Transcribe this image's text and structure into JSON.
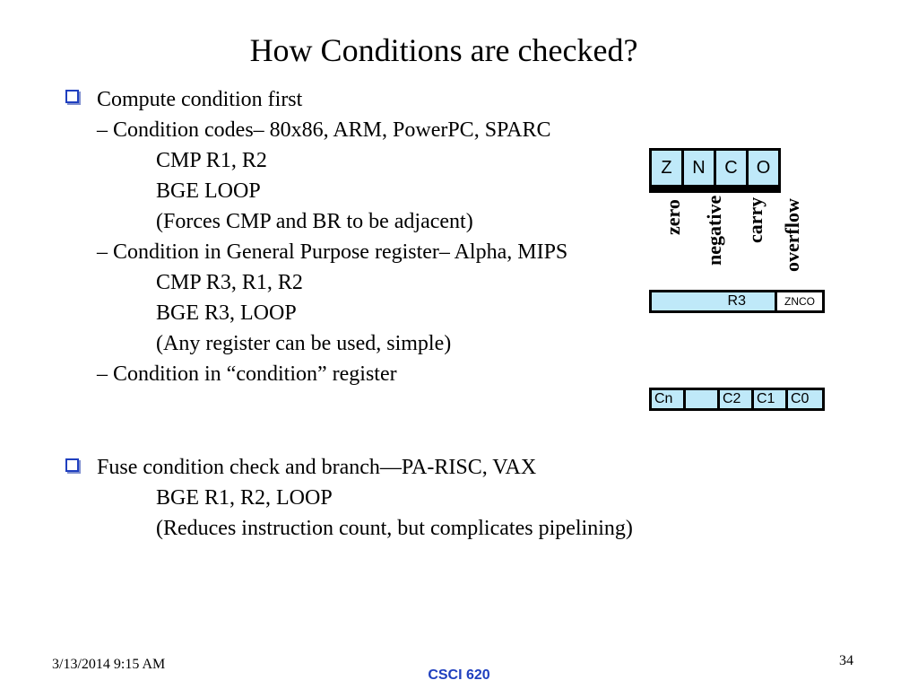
{
  "slide": {
    "title": "How Conditions are checked?",
    "block1": {
      "bullet": "Compute condition first",
      "lines": [
        "– Condition codes– 80x86, ARM, PowerPC, SPARC",
        "CMP R1, R2",
        "BGE LOOP",
        "(Forces CMP and BR to be adjacent)",
        "– Condition in General Purpose register– Alpha, MIPS",
        "CMP R3, R1, R2",
        "BGE R3, LOOP",
        "(Any register can be used, simple)",
        "– Condition in “condition” register"
      ]
    },
    "block2": {
      "bullet": "Fuse condition check and branch—PA-RISC, VAX",
      "lines": [
        "BGE R1, R2, LOOP",
        "(Reduces instruction count, but complicates pipelining)"
      ]
    },
    "diagram": {
      "flags": [
        "Z",
        "N",
        "C",
        "O"
      ],
      "flag_labels": [
        "zero",
        "negative",
        "carry",
        "overflow"
      ],
      "register": "R3",
      "register_flags": "ZNCO",
      "cond_cells": [
        "Cn",
        "",
        "C2",
        "C1",
        "C0"
      ]
    },
    "footer": {
      "date": "3/13/2014 9:15 AM",
      "course": "CSCI 620",
      "page": "34"
    }
  },
  "colors": {
    "accent": "#1f3fbf",
    "cell_fill": "#bfe9f9"
  }
}
